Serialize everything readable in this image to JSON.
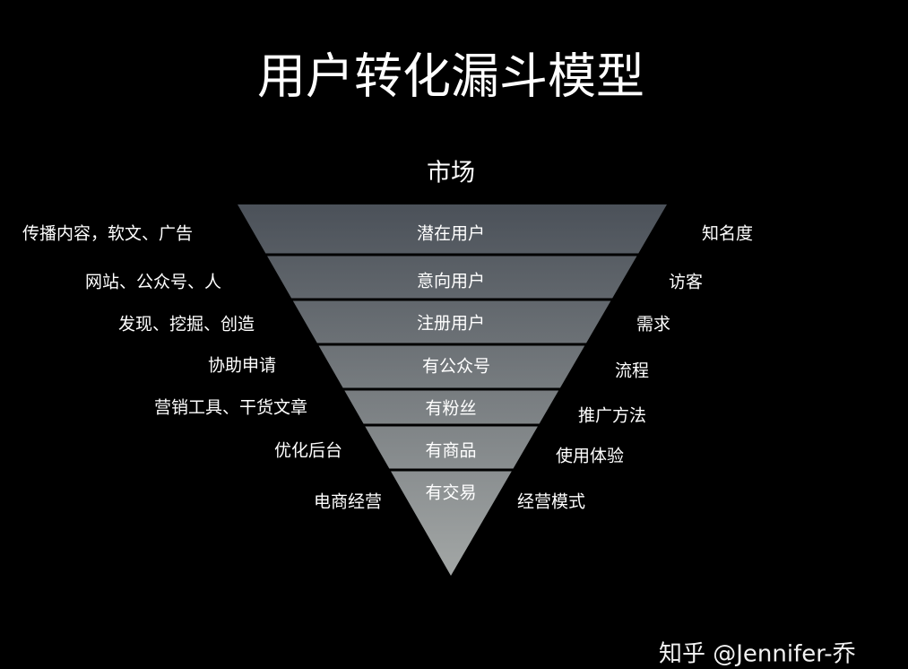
{
  "title": "用户转化漏斗模型",
  "market_label": "市场",
  "stages": [
    "潜在用户",
    "意向用户",
    "注册用户",
    "有公众号",
    "有粉丝",
    "有商品",
    "有交易"
  ],
  "left_labels": [
    "传播内容，软文、广告",
    "网站、公众号、人",
    "发现、挖掘、创造",
    "协助申请",
    "营销工具、干货文章",
    "优化后台",
    "电商经营"
  ],
  "right_labels": [
    "知名度",
    "访客",
    "需求",
    "流程",
    "推广方法",
    "使用体验",
    "经营模式"
  ],
  "watermark": "知乎 @Jennifer-乔",
  "colors": {
    "funnel_top": "#4b5159",
    "funnel_bottom": "#a3a7a6",
    "background": "#000000"
  }
}
